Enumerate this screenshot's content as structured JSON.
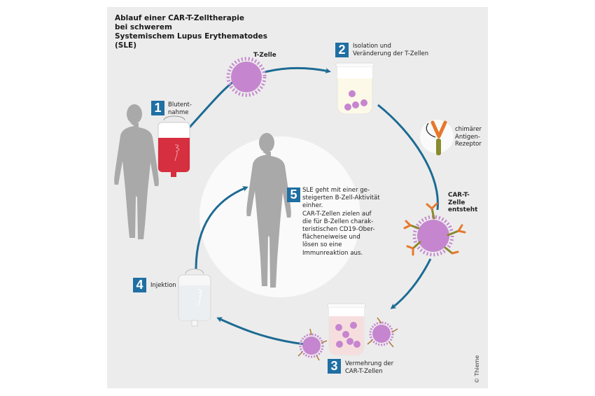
{
  "title": {
    "lines": [
      "Ablauf einer CAR-T-Zelltherapie",
      "bei schwerem",
      "Systemischem Lupus Erythematodes",
      "(SLE)"
    ]
  },
  "labels": {
    "t_cell": "T-Zelle",
    "car_t_forms": [
      "CAR-T-",
      "Zelle",
      "entsteht"
    ],
    "chimeric_receptor": [
      "chimärer",
      "Antigen-",
      "Rezeptor"
    ]
  },
  "steps": [
    {
      "number": "1",
      "text": [
        "Blutent-",
        "nahme"
      ]
    },
    {
      "number": "2",
      "text": [
        "Isolation und",
        "Veränderung der T-Zellen"
      ]
    },
    {
      "number": "3",
      "text": [
        "Vermehrung der",
        "CAR-T-Zellen"
      ]
    },
    {
      "number": "4",
      "text": [
        "Injektion"
      ]
    },
    {
      "number": "5",
      "text": [
        "SLE geht mit einer ge-",
        "steigerten B-Zell-Aktivität",
        "einher.",
        "CAR-T-Zellen zielen auf",
        "die für B-Zellen charak-",
        "teristischen CD19-Ober-",
        "flächeneiweise und",
        "lösen so eine",
        "Immunreaktion aus."
      ]
    }
  ],
  "copyright": "© Thieme",
  "colors": {
    "panel_bg": "#ececec",
    "step_badge": "#1f6fa3",
    "arrow": "#1c6b93",
    "cell": "#c586cf",
    "blood": "#d62f3f",
    "silhouette": "#a9a9a9",
    "receptor_orange": "#e6782b",
    "receptor_stem": "#8a8a2e"
  }
}
